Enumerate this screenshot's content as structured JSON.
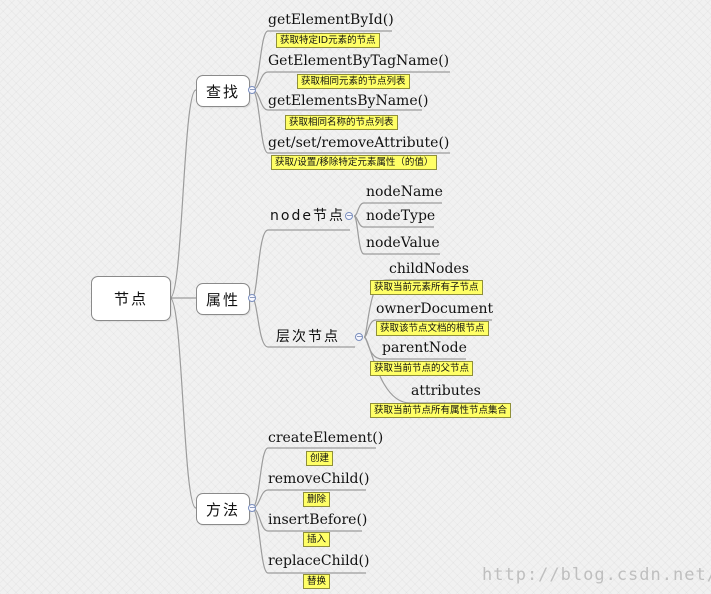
{
  "root": {
    "label": "节点"
  },
  "categories": [
    {
      "label": "查找",
      "items": [
        {
          "label": "getElementById()",
          "note": "获取特定ID元素的节点"
        },
        {
          "label": "GetElementByTagName()",
          "note": "获取相同元素的节点列表"
        },
        {
          "label": "getElementsByName()",
          "note": "获取相同名称的节点列表"
        },
        {
          "label": "get/set/removeAttribute()",
          "note": "获取/设置/移除特定元素属性（的值）"
        }
      ]
    },
    {
      "label": "属性",
      "groups": [
        {
          "label": "node节点",
          "items": [
            {
              "label": "nodeName"
            },
            {
              "label": "nodeType"
            },
            {
              "label": "nodeValue"
            }
          ]
        },
        {
          "label": "层次节点",
          "items": [
            {
              "label": "childNodes",
              "note": "获取当前元素所有子节点"
            },
            {
              "label": "ownerDocument",
              "note": "获取该节点文档的根节点"
            },
            {
              "label": "parentNode",
              "note": "获取当前节点的父节点"
            },
            {
              "label": "attributes",
              "note": "获取当前节点所有属性节点集合"
            }
          ]
        }
      ]
    },
    {
      "label": "方法",
      "items": [
        {
          "label": "createElement()",
          "note": "创建"
        },
        {
          "label": "removeChild()",
          "note": "删除"
        },
        {
          "label": "insertBefore()",
          "note": "插入"
        },
        {
          "label": "replaceChild()",
          "note": "替换"
        }
      ]
    }
  ],
  "toggle_symbol": "−",
  "watermark": "http://blog.csdn.net/"
}
